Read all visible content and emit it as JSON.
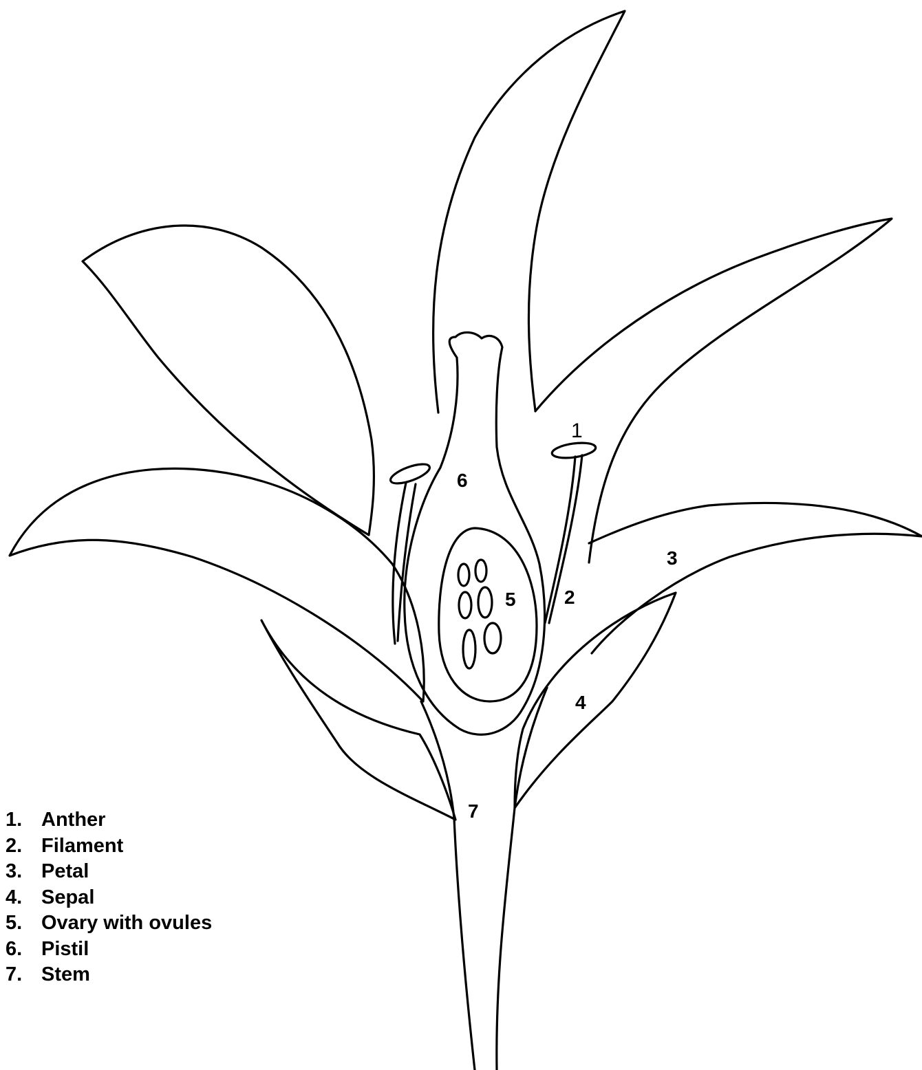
{
  "diagram": {
    "callouts": [
      "1",
      "2",
      "3",
      "4",
      "5",
      "6",
      "7"
    ],
    "legend": [
      {
        "number": "1.",
        "label": "Anther"
      },
      {
        "number": "2.",
        "label": "Filament"
      },
      {
        "number": "3.",
        "label": "Petal"
      },
      {
        "number": "4.",
        "label": "Sepal"
      },
      {
        "number": "5.",
        "label": "Ovary with ovules"
      },
      {
        "number": "6.",
        "label": "Pistil"
      },
      {
        "number": "7.",
        "label": "Stem"
      }
    ]
  }
}
